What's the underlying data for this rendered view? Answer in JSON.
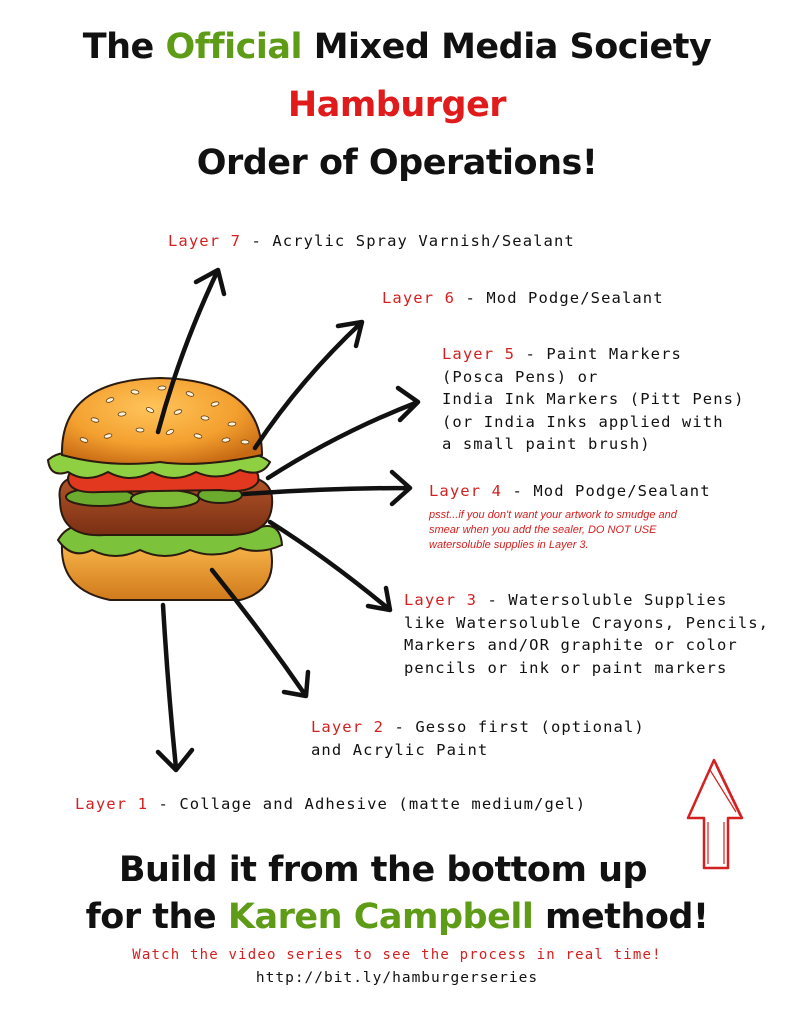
{
  "header": {
    "line1_pre": "The ",
    "line1_accent": "Official",
    "line1_post": " Mixed Media Society",
    "line2": "Hamburger",
    "line3": "Order of Operations!"
  },
  "layers": [
    {
      "name": "Layer 7",
      "sep": " - ",
      "lines": [
        "Acrylic Spray Varnish/Sealant"
      ]
    },
    {
      "name": "Layer 6",
      "sep": " - ",
      "lines": [
        "Mod Podge/Sealant"
      ]
    },
    {
      "name": "Layer 5",
      "sep": " - ",
      "lines": [
        "Paint Markers",
        "(Posca Pens) or",
        "India Ink Markers (Pitt Pens)",
        "(or India Inks applied with",
        "a small paint brush)"
      ]
    },
    {
      "name": "Layer 4",
      "sep": " - ",
      "lines": [
        "Mod Podge/Sealant"
      ],
      "note": [
        "psst...if you don't want your artwork to smudge and",
        "smear when you add the sealer, DO NOT USE",
        "watersoluble supplies in Layer 3."
      ]
    },
    {
      "name": "Layer 3",
      "sep": " - ",
      "lines": [
        "Watersoluble Supplies",
        "like Watersoluble Crayons, Pencils,",
        "Markers and/OR graphite or color",
        "pencils or ink or paint markers"
      ]
    },
    {
      "name": "Layer 2",
      "sep": " - ",
      "lines": [
        "Gesso first (optional)",
        "and Acrylic Paint"
      ]
    },
    {
      "name": "Layer 1",
      "sep": " - ",
      "lines": [
        "Collage and Adhesive (matte medium/gel)"
      ]
    }
  ],
  "footer": {
    "line1": "Build it from the bottom up",
    "line2_pre": "for the ",
    "line2_accent": "Karen Campbell",
    "line2_post": " method!",
    "watch": "Watch the video series to see the process in real time!",
    "url": "http://bit.ly/hamburgerseries"
  },
  "colors": {
    "accent_green": "#5e9c17",
    "accent_red": "#e01b1b",
    "text": "#111111"
  },
  "icons": [
    "hamburger-illustration",
    "arrow-icon",
    "up-arrow-icon"
  ]
}
